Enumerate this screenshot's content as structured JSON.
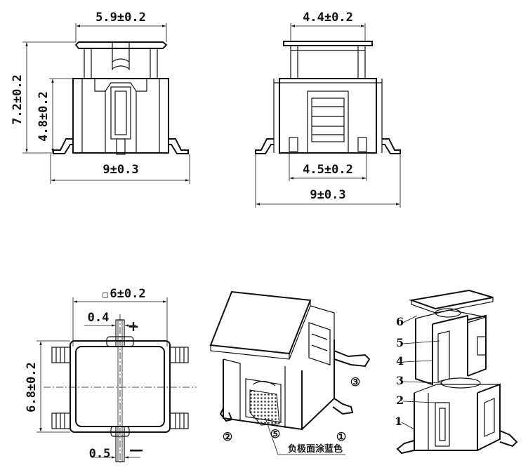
{
  "front_view": {
    "top_width": "5.9±0.2",
    "total_height": "7.2±0.2",
    "body_height": "4.8±0.2",
    "base_width": "9±0.3"
  },
  "side_view": {
    "top_width": "4.4±0.2",
    "inner_width": "4.5±0.2",
    "base_width": "9±0.3"
  },
  "top_view": {
    "square_size": "6±0.2",
    "square_symbol": "□",
    "height": "6.8±0.2",
    "terminal_offset": "0.4",
    "plus_sign": "+",
    "bottom_width": "0.5",
    "minus_sign": "—"
  },
  "iso_view": {
    "callout_1": "①",
    "callout_2": "②",
    "callout_3": "③",
    "callout_5": "⑤",
    "note": "负极面涂蓝色"
  },
  "exploded_view": {
    "labels": [
      "6",
      "5",
      "4",
      "3",
      "2",
      "1"
    ]
  }
}
